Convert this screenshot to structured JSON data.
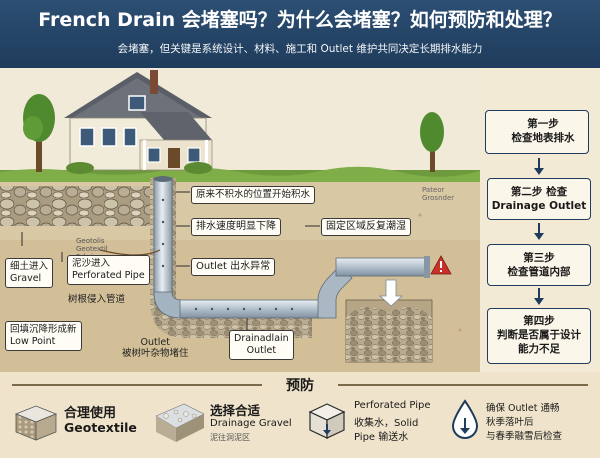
{
  "header": {
    "title": "French Drain 会堵塞吗？为什么会堵塞？如何预防和处理？",
    "subtitle": "会堵塞，但关键是系统设计、材料、施工和 Outlet 维护共同决定长期排水能力"
  },
  "labels": {
    "top_water": "原来不积水的位置开始积水",
    "slow_drain": "排水速度明显下降",
    "fixed_wet": "固定区域反复潮湿",
    "outlet_abnormal": "Outlet 出水异常",
    "fine_soil": "细土进入\nGravel",
    "silt_pipe": "泥沙进入\nPerforated Pipe",
    "roots": "树根侵入管道",
    "low_point": "回填沉降形成新\nLow Point",
    "outlet_blocked": "Outlet\n被树叶杂物堵住",
    "drain_outlet": "Drainadlain\nOutlet",
    "geotextile_small": "Geotolis\nGeotextil\nFabric",
    "sign_small": "Pateor\nGrosnder"
  },
  "steps": [
    {
      "text": "第一步\n检查地表排水"
    },
    {
      "text": "第二步 检查\nDrainage Outlet"
    },
    {
      "text": "第三步\n检查管道内部"
    },
    {
      "text": "第四步\n判断是否属于设计\n能力不足"
    }
  ],
  "prevention": {
    "heading": "预防",
    "items": [
      {
        "icon": "geotextile-icon",
        "line1": "合理使用",
        "line2": "Geotextile"
      },
      {
        "icon": "gravel-icon",
        "line1": "选择合适",
        "line2": "Drainage Gravel",
        "line3": "泥往洞泥区"
      },
      {
        "icon": "pipe-box-icon",
        "line1": "Perforated Pipe",
        "line2": "收集水，Solid",
        "line3": "Pipe 输送水"
      },
      {
        "icon": "water-drop-icon",
        "line1": "确保 Outlet 通畅",
        "line2": "秋季落叶后",
        "line3": "与春季融雪后检查"
      }
    ]
  },
  "colors": {
    "header_bg": "#1f3c5c",
    "warning": "#c8322b",
    "pipe": "#b9c6d2",
    "soil": "#d8c7a3",
    "grass": "#6c9a3c"
  }
}
